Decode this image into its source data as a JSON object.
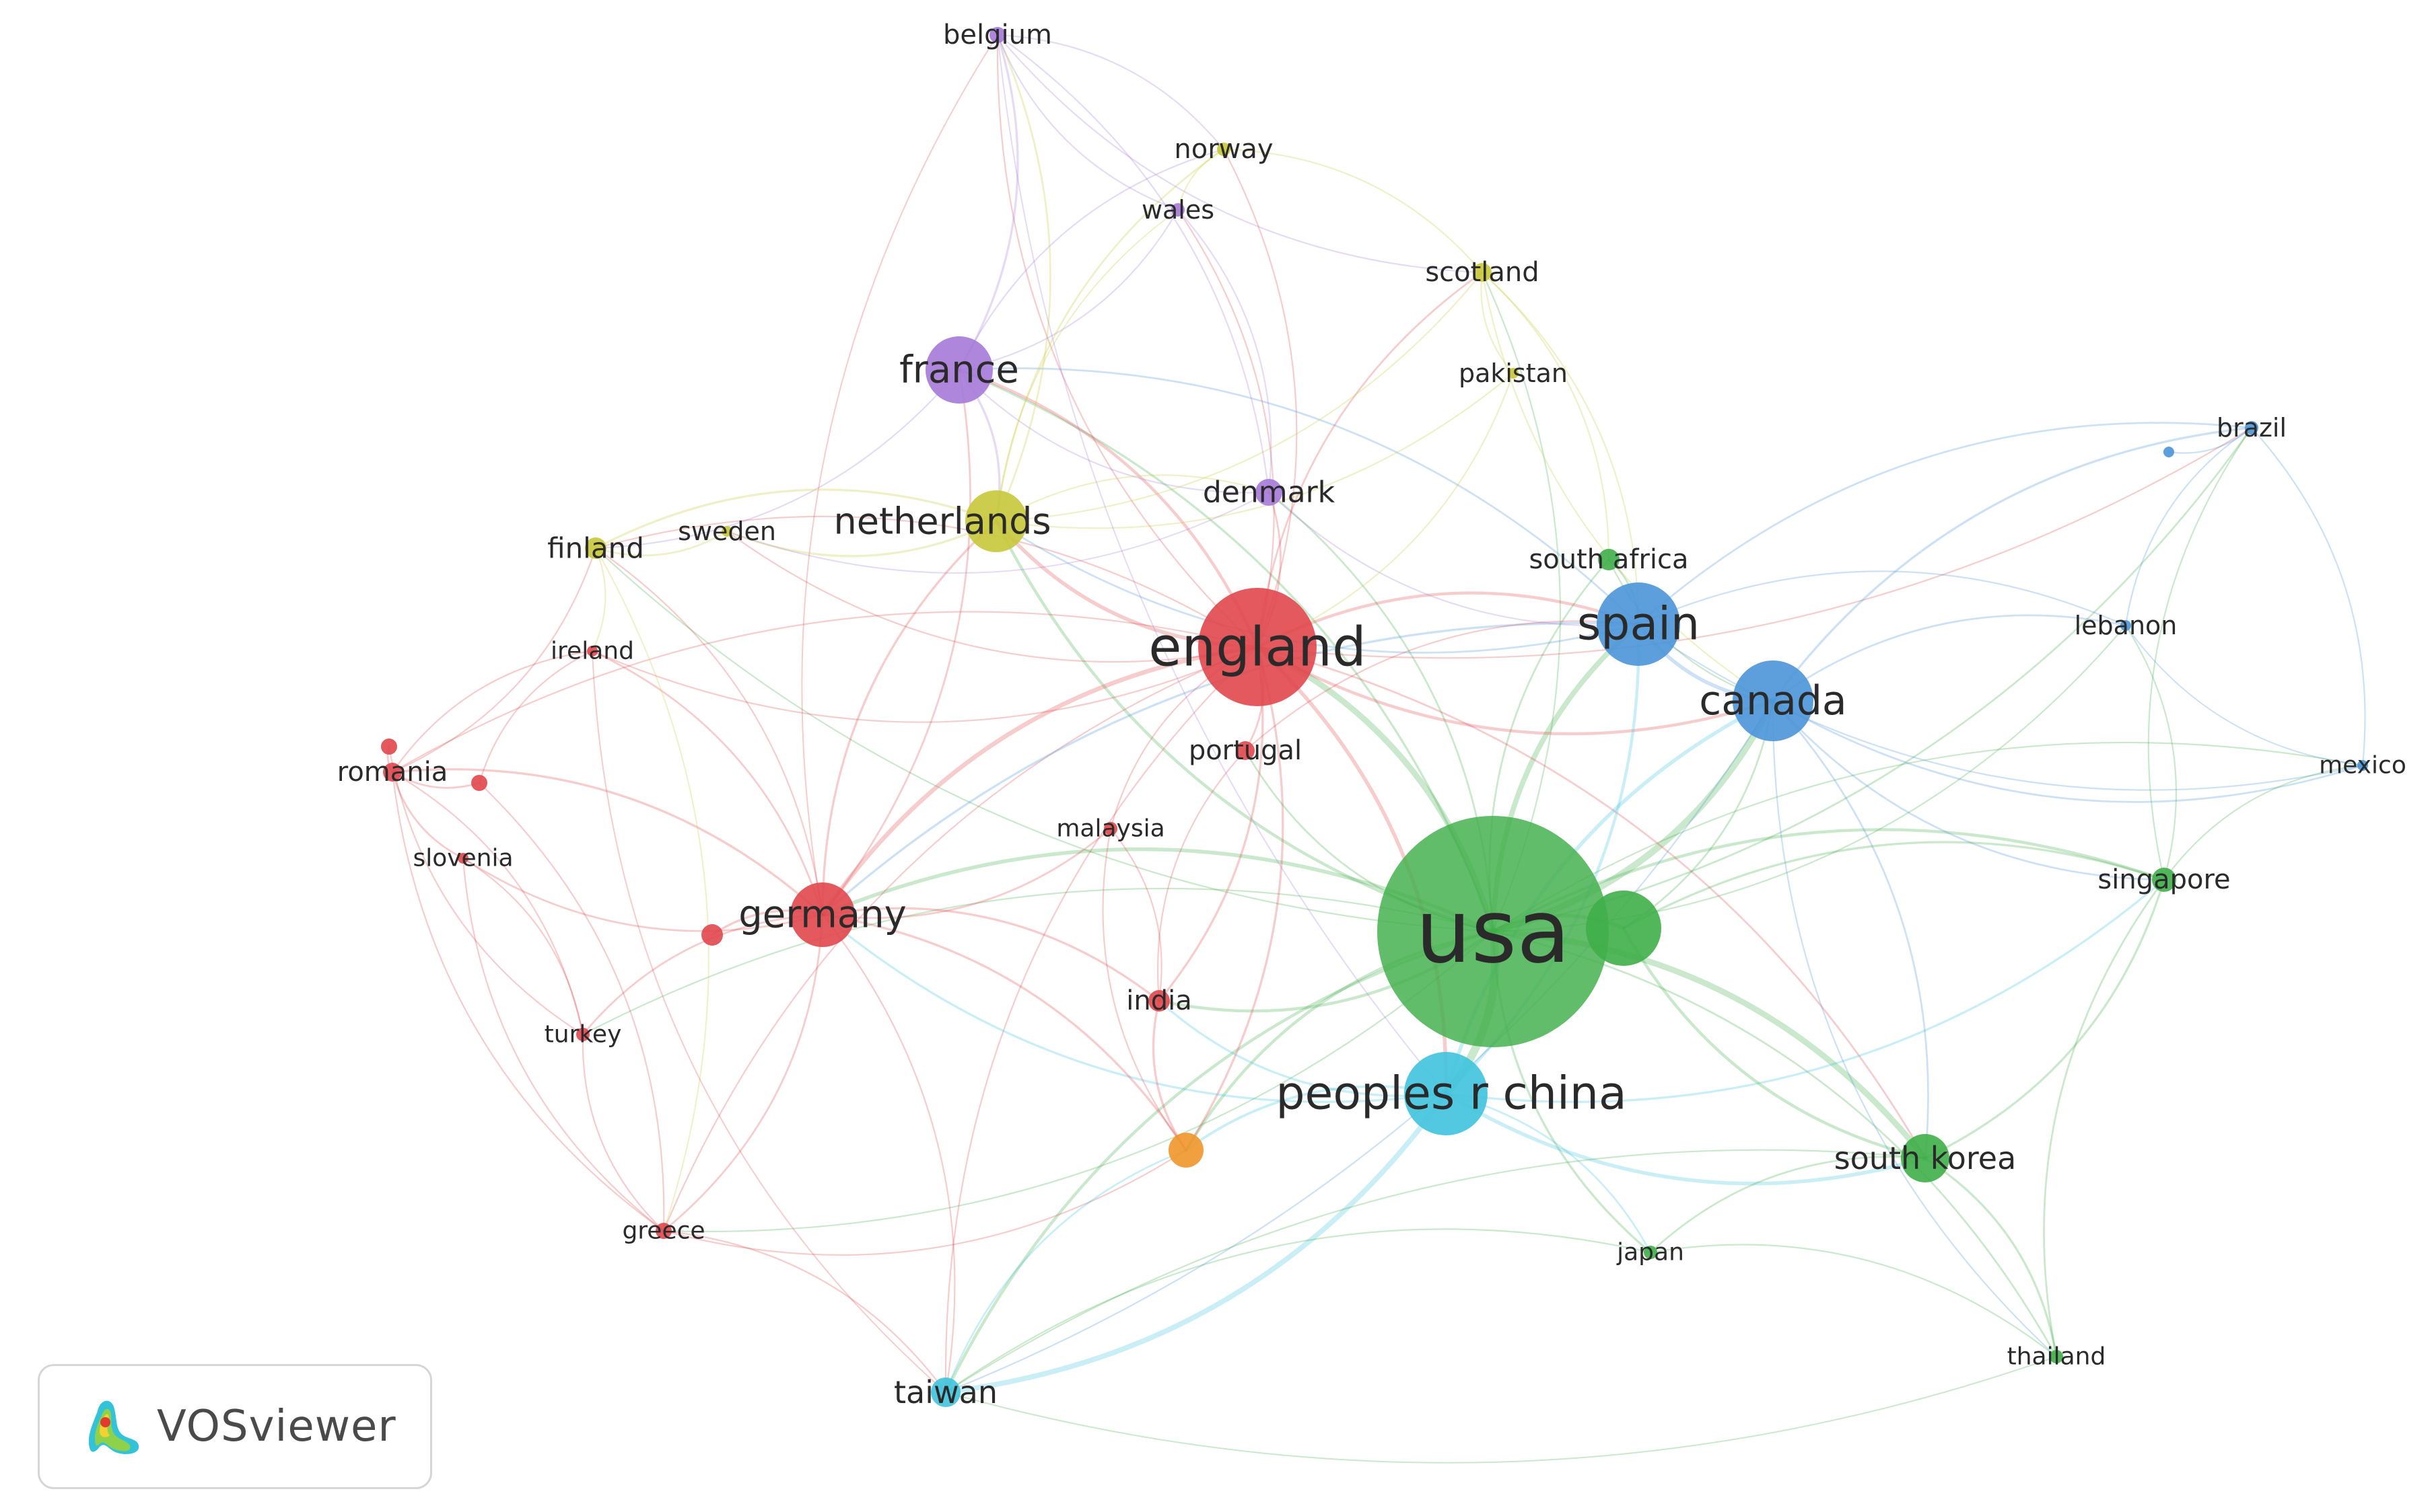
{
  "app": {
    "name": "VOSviewer",
    "logo_icon": "vosviewer-logo-icon"
  },
  "network": {
    "colors": {
      "red": "#e0474c",
      "green": "#3fae49",
      "blue": "#4a95d8",
      "purple": "#a57ad8",
      "yellow": "#c8c83a",
      "cyan": "#3fc3dd",
      "orange": "#f0962a"
    },
    "nodes": [
      {
        "id": "usa",
        "label": "usa",
        "cluster": "green",
        "weight": 100
      },
      {
        "id": "england",
        "label": "england",
        "cluster": "red",
        "weight": 40
      },
      {
        "id": "peoples-r-china",
        "label": "peoples r china",
        "cluster": "cyan",
        "weight": 22
      },
      {
        "id": "spain",
        "label": "spain",
        "cluster": "blue",
        "weight": 20
      },
      {
        "id": "canada",
        "label": "canada",
        "cluster": "blue",
        "weight": 18
      },
      {
        "id": "germany",
        "label": "germany",
        "cluster": "red",
        "weight": 15
      },
      {
        "id": "france",
        "label": "france",
        "cluster": "purple",
        "weight": 12
      },
      {
        "id": "netherlands",
        "label": "netherlands",
        "cluster": "yellow",
        "weight": 12
      },
      {
        "id": "south-korea",
        "label": "south korea",
        "cluster": "green",
        "weight": 10
      },
      {
        "id": "taiwan",
        "label": "taiwan",
        "cluster": "cyan",
        "weight": 5
      },
      {
        "id": "finland",
        "label": "finland",
        "cluster": "yellow",
        "weight": 5
      },
      {
        "id": "sweden",
        "label": "sweden",
        "cluster": "yellow",
        "weight": 4
      },
      {
        "id": "denmark",
        "label": "denmark",
        "cluster": "purple",
        "weight": 4
      },
      {
        "id": "south-africa",
        "label": "south africa",
        "cluster": "green",
        "weight": 4
      },
      {
        "id": "romania",
        "label": "romania",
        "cluster": "red",
        "weight": 4
      },
      {
        "id": "belgium",
        "label": "belgium",
        "cluster": "purple",
        "weight": 3
      },
      {
        "id": "norway",
        "label": "norway",
        "cluster": "yellow",
        "weight": 3
      },
      {
        "id": "wales",
        "label": "wales",
        "cluster": "purple",
        "weight": 2
      },
      {
        "id": "scotland",
        "label": "scotland",
        "cluster": "yellow",
        "weight": 3
      },
      {
        "id": "pakistan",
        "label": "pakistan",
        "cluster": "yellow",
        "weight": 2
      },
      {
        "id": "brazil",
        "label": "brazil",
        "cluster": "blue",
        "weight": 2
      },
      {
        "id": "lebanon",
        "label": "lebanon",
        "cluster": "blue",
        "weight": 2
      },
      {
        "id": "mexico",
        "label": "mexico",
        "cluster": "blue",
        "weight": 2
      },
      {
        "id": "singapore",
        "label": "singapore",
        "cluster": "green",
        "weight": 3
      },
      {
        "id": "thailand",
        "label": "thailand",
        "cluster": "green",
        "weight": 2
      },
      {
        "id": "japan",
        "label": "japan",
        "cluster": "green",
        "weight": 2
      },
      {
        "id": "ireland",
        "label": "ireland",
        "cluster": "red",
        "weight": 2
      },
      {
        "id": "slovenia",
        "label": "slovenia",
        "cluster": "red",
        "weight": 2
      },
      {
        "id": "turkey",
        "label": "turkey",
        "cluster": "red",
        "weight": 2
      },
      {
        "id": "greece",
        "label": "greece",
        "cluster": "red",
        "weight": 2
      },
      {
        "id": "portugal",
        "label": "portugal",
        "cluster": "red",
        "weight": 3
      },
      {
        "id": "malaysia",
        "label": "malaysia",
        "cluster": "red",
        "weight": 2
      },
      {
        "id": "india",
        "label": "india",
        "cluster": "red",
        "weight": 3
      },
      {
        "id": "unlabeled-green-1",
        "label": "",
        "cluster": "green",
        "weight": 8
      },
      {
        "id": "unlabeled-orange-1",
        "label": "",
        "cluster": "orange",
        "weight": 4
      },
      {
        "id": "unlabeled-red-1",
        "label": "",
        "cluster": "red",
        "weight": 2
      },
      {
        "id": "unlabeled-red-2",
        "label": "",
        "cluster": "red",
        "weight": 2
      },
      {
        "id": "unlabeled-red-3",
        "label": "",
        "cluster": "red",
        "weight": 2
      },
      {
        "id": "unlabeled-blue-1",
        "label": "",
        "cluster": "blue",
        "weight": 1
      }
    ]
  }
}
